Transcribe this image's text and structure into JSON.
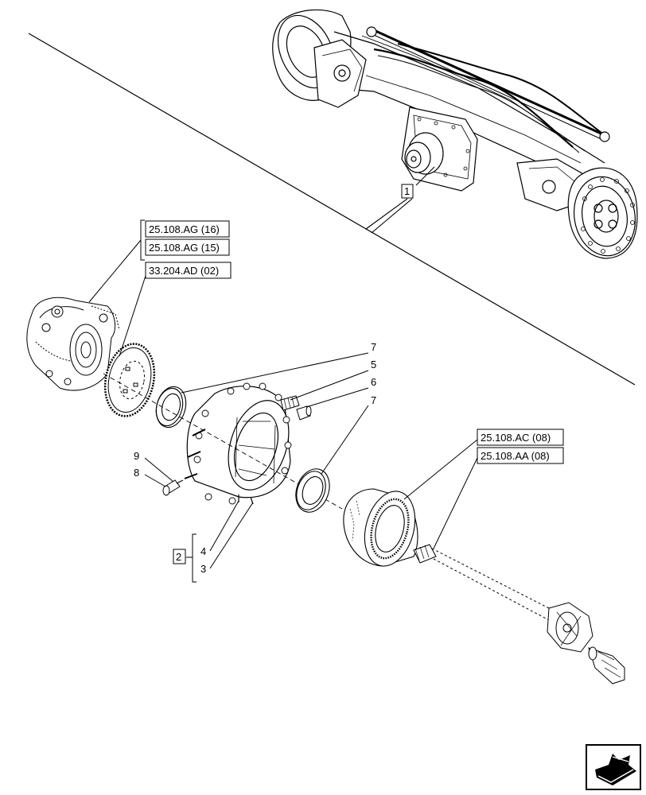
{
  "refs": {
    "ag16": "25.108.AG (16)",
    "ag15": "25.108.AG (15)",
    "ad02": "33.204.AD (02)",
    "ac08": "25.108.AC (08)",
    "aa08": "25.108.AA (08)"
  },
  "callouts": {
    "c1": "1",
    "c2": "2",
    "c3": "3",
    "c4": "4",
    "c5": "5",
    "c6": "6",
    "c7a": "7",
    "c7b": "7",
    "c8": "8",
    "c9": "9"
  },
  "nav_icon": "next-page-arrow-icon"
}
